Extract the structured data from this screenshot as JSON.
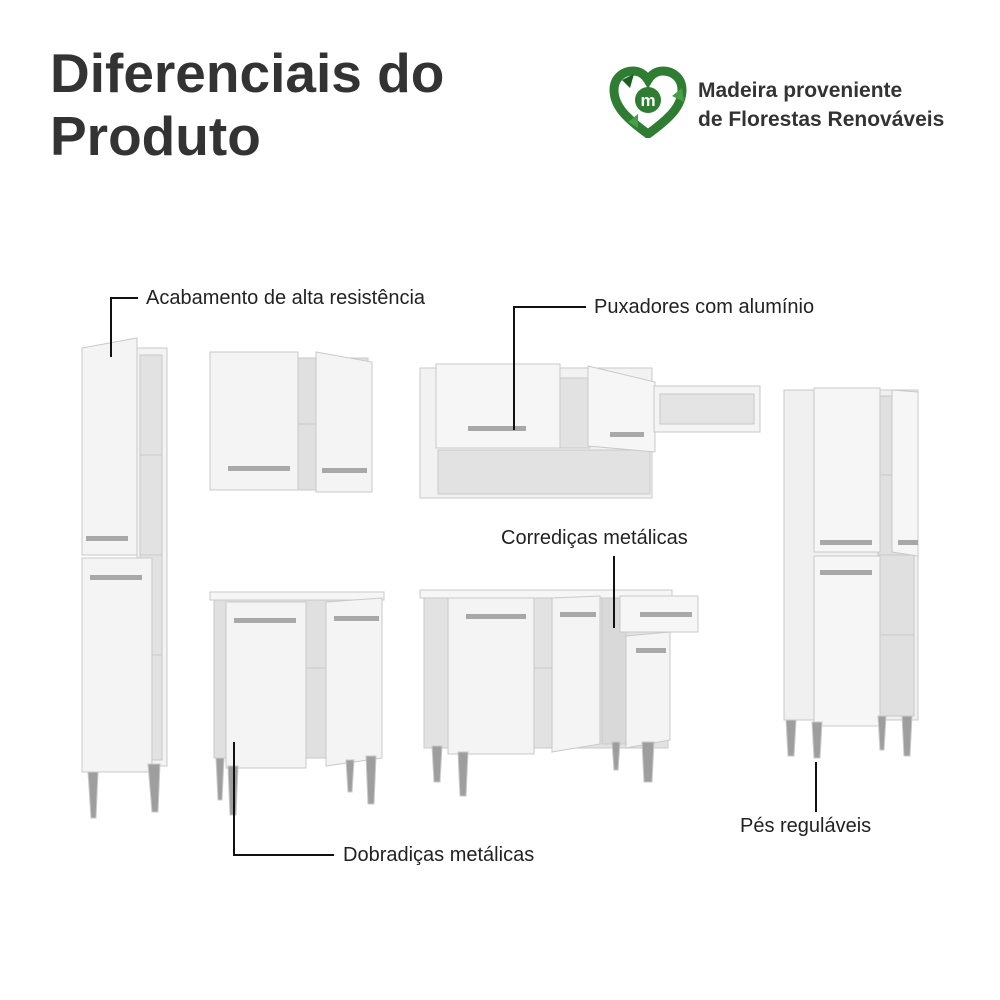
{
  "header": {
    "title_line1": "Diferenciais do",
    "title_line2": "Produto"
  },
  "badge": {
    "icon": "recycle-heart-icon",
    "letter": "m",
    "line1": "Madeira proveniente",
    "line2": "de Florestas Renováveis",
    "color": "#2e7d32"
  },
  "callouts": {
    "finish": "Acabamento de alta resistência",
    "handles": "Puxadores com alumínio",
    "slides": "Corrediças metálicas",
    "feet": "Pés reguláveis",
    "hinges": "Dobradiças metálicas"
  }
}
